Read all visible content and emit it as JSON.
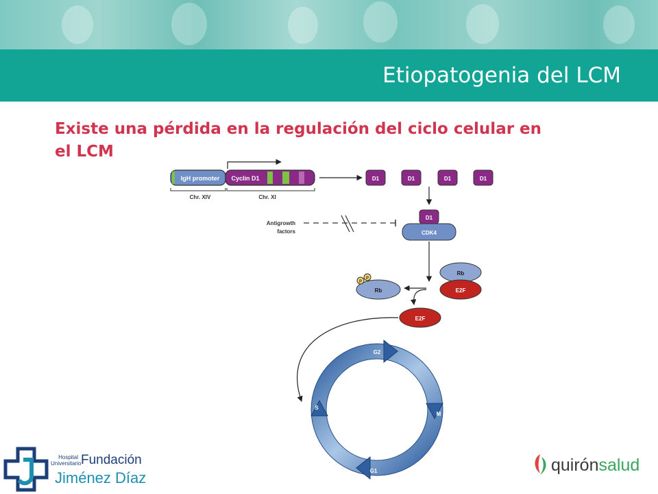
{
  "header": {
    "title": "Etiopatogenia del LCM"
  },
  "subtitle": "Existe una pérdida en la regulación del ciclo celular en el LCM",
  "diagram": {
    "igh_promoter": "IgH promoter",
    "cyclin_d1": "Cyclin D1",
    "chr_xiv": "Chr. XIV",
    "chr_xi": "Chr. XI",
    "d1": "D1",
    "antigrowth_line1": "Antigrowth",
    "antigrowth_line2": "factors",
    "cdk4": "CDK4",
    "rb": "Rb",
    "e2f": "E2F",
    "p": "P",
    "g2": "G2",
    "m": "M",
    "g1": "G1",
    "s": "S"
  },
  "logos": {
    "fjd_hospital": "Hospital",
    "fjd_universitario": "Universitario",
    "fjd_fundacion": "Fundación",
    "fjd_name": "Jiménez Díaz",
    "quiron_part1": "quirón",
    "quiron_part2": "salud"
  },
  "colors": {
    "teal": "#12a595",
    "subtitle_red": "#d1344e",
    "purple": "#8a2a86",
    "blue": "#6f8fc6",
    "red": "#c0261f",
    "green": "#7ec243"
  }
}
